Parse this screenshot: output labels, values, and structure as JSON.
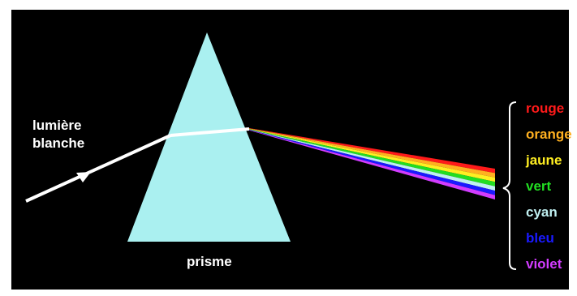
{
  "diagram": {
    "incoming_label": "lumière blanche",
    "prism_label": "prisme",
    "colors": [
      {
        "name": "rouge",
        "hex": "#ff1a1a"
      },
      {
        "name": "orange",
        "hex": "#ffb020"
      },
      {
        "name": "jaune",
        "hex": "#ffee22"
      },
      {
        "name": "vert",
        "hex": "#22dd22"
      },
      {
        "name": "cyan",
        "hex": "#bfeff0"
      },
      {
        "name": "bleu",
        "hex": "#1a1aff"
      },
      {
        "name": "violet",
        "hex": "#d23cff"
      }
    ],
    "prism_color": "#aaf0f0",
    "background_color": "#000000",
    "ray_color": "#ffffff"
  }
}
